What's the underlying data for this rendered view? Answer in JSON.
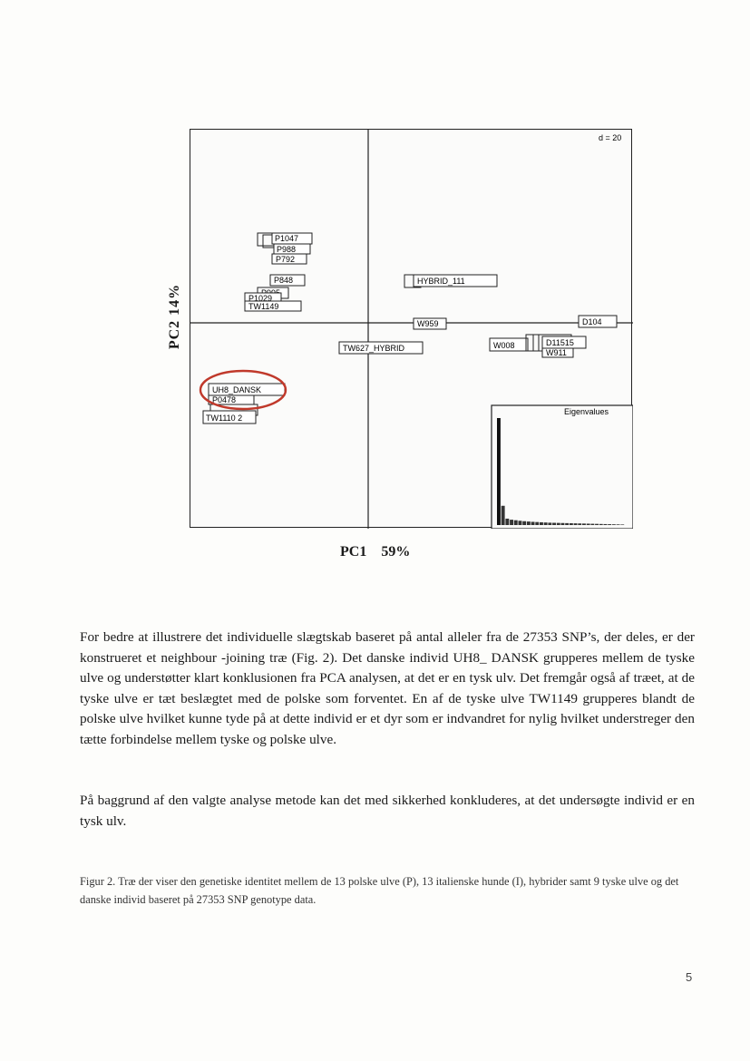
{
  "figure": {
    "d_label": "d = 20",
    "ylabel": "PC2  14%",
    "xlabel_name": "PC1",
    "xlabel_pct": "59%",
    "inset_title": "Eigenvalues",
    "sample_labels": [
      "P1047",
      "P988",
      "P792",
      "P848",
      "P995",
      "P1029",
      "TW1149",
      "HYBRID_111",
      "W959",
      "D104",
      "TW627_HYBRID",
      "W008",
      "D11515",
      "W911",
      "UH8_DANSK",
      "P0478",
      "TW1110 2"
    ],
    "highlight_color": "#c0392b",
    "eigenvalues": [
      100,
      18,
      6,
      5,
      4.5,
      4,
      3.6,
      3.3,
      3,
      2.8,
      2.6,
      2.4,
      2.2,
      2.1,
      2,
      1.9,
      1.8,
      1.7,
      1.6,
      1.5,
      1.4,
      1.3,
      1.2,
      1.1,
      1,
      0.9,
      0.8,
      0.7,
      0.6,
      0.5
    ]
  },
  "text": {
    "p1": "For bedre at illustrere det individuelle slægtskab baseret på antal alleler fra de 27353 SNP’s, der deles, er der konstrueret et neighbour -joining træ (Fig. 2). Det danske individ UH8_ DANSK grupperes mellem de tyske ulve og understøtter klart konklusionen fra PCA analysen, at det er en tysk ulv. Det fremgår også af  træet, at de tyske ulve er tæt beslægtet med de polske som forventet. En af de tyske ulve TW1149 grupperes blandt de polske ulve hvilket kunne tyde på at dette individ er et dyr som er indvandret for nylig hvilket understreger den tætte forbindelse mellem tyske og polske ulve.",
    "p2": "På baggrund af den valgte analyse metode kan det med  sikkerhed konkluderes, at det undersøgte individ er en tysk ulv.",
    "caption": "Figur 2. Træ der viser den genetiske identitet mellem de 13 polske ulve (P), 13 italienske hunde (I), hybrider samt 9 tyske ulve og det danske individ baseret på 27353 SNP genotype data.",
    "page_number": "5"
  }
}
